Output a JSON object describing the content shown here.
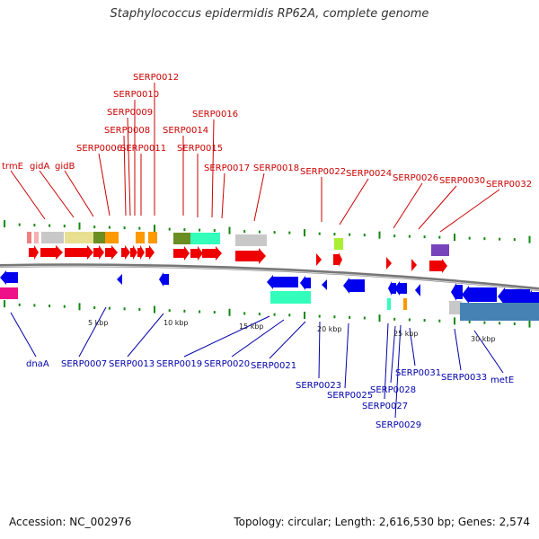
{
  "title": "Staphylococcus epidermidis RP62A, complete genome",
  "accession": "Accession: NC_002976",
  "topology": "Topology: circular; Length: 2,616,530 bp; Genes: 2,574",
  "colors": {
    "plus_label": "#cc0000",
    "minus_label": "#0000aa",
    "tick": "#118811",
    "backbone": "#888888"
  },
  "scale_labels": [
    "5 kbp",
    "10 kbp",
    "15 kbp",
    "20 kbp",
    "25 kbp",
    "30 kbp"
  ],
  "top_labels": [
    "trmE",
    "gidA",
    "gidB",
    "SERP0006",
    "SERP0008",
    "SERP0009",
    "SERP0010",
    "SERP0011",
    "SERP0012",
    "SERP0014",
    "SERP0015",
    "SERP0016",
    "SERP0017",
    "SERP0018",
    "SERP0022",
    "SERP0024",
    "SERP0026",
    "SERP0030",
    "SERP0032"
  ],
  "bottom_labels": [
    "dnaA",
    "SERP0007",
    "SERP0013",
    "SERP0019",
    "SERP0020",
    "SERP0021",
    "SERP0023",
    "SERP0025",
    "SERP0027",
    "SERP0028",
    "SERP0029",
    "SERP0031",
    "SERP0033",
    "metE"
  ]
}
